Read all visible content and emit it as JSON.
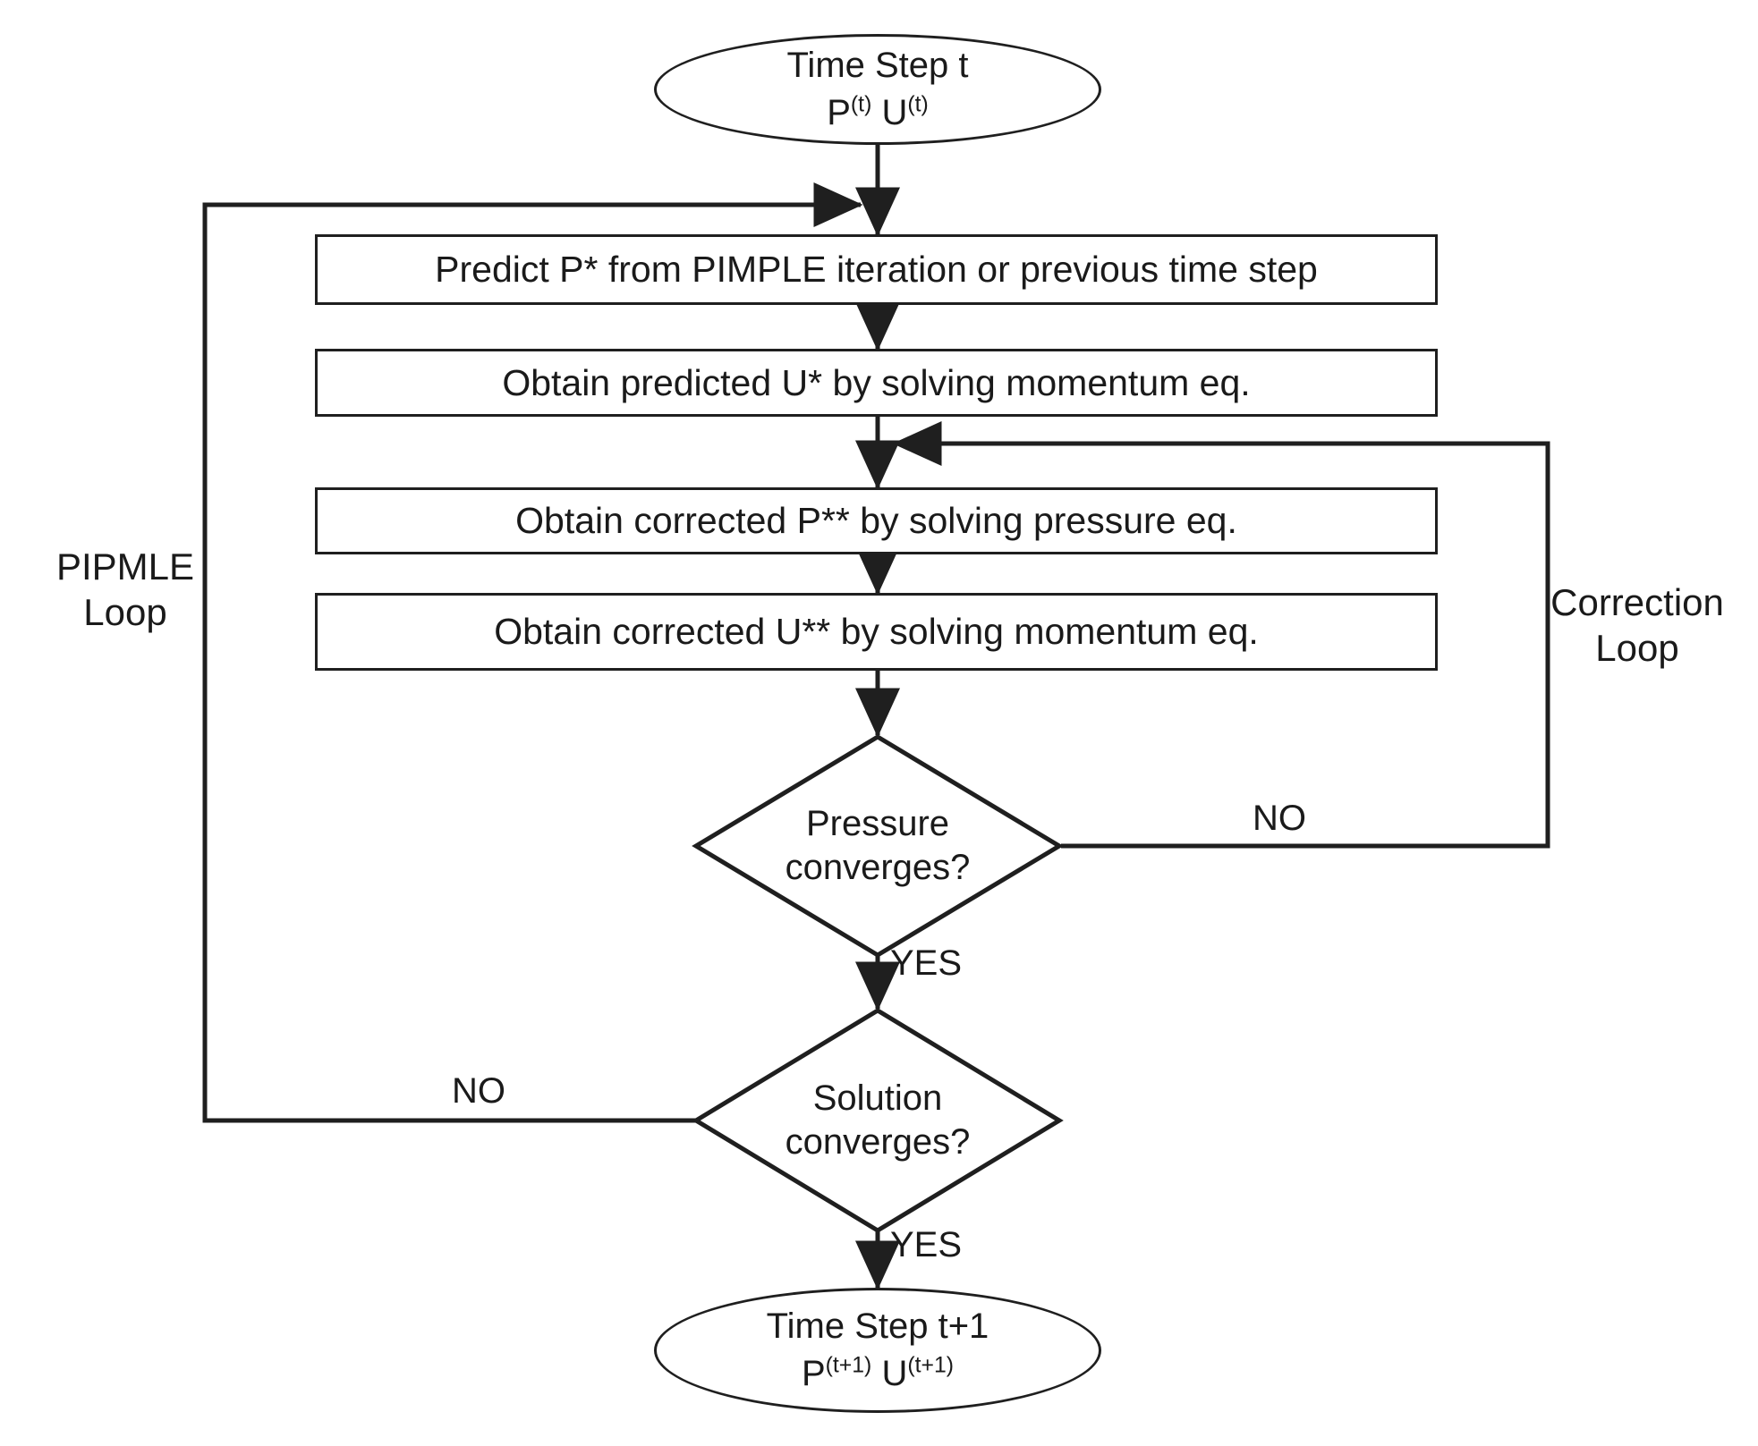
{
  "diagram": {
    "title": "PIMPLE algorithm flowchart",
    "stroke_color": "#1f1f1f",
    "background_color": "#ffffff",
    "text_color": "#1a1a1a"
  },
  "nodes": {
    "start": {
      "type": "terminator",
      "line1": "Time Step t",
      "line2_base_p": "P",
      "line2_sup_p": "(t)",
      "line2_base_u": "U",
      "line2_sup_u": "(t)"
    },
    "predict_p": {
      "type": "process",
      "label": "Predict P* from PIMPLE iteration or previous time step"
    },
    "predict_u": {
      "type": "process",
      "label": "Obtain predicted U* by solving momentum eq."
    },
    "correct_p": {
      "type": "process",
      "label": "Obtain corrected P** by solving pressure eq."
    },
    "correct_u": {
      "type": "process",
      "label": "Obtain corrected U** by solving momentum eq."
    },
    "pressure_decision": {
      "type": "decision",
      "line1": "Pressure",
      "line2": "converges?"
    },
    "solution_decision": {
      "type": "decision",
      "line1": "Solution",
      "line2": "converges?"
    },
    "end": {
      "type": "terminator",
      "line1": "Time Step t+1",
      "line2_base_p": "P",
      "line2_sup_p": "(t+1)",
      "line2_base_u": "U",
      "line2_sup_u": "(t+1)"
    }
  },
  "edge_labels": {
    "pressure_no": "NO",
    "pressure_yes": "YES",
    "solution_no": "NO",
    "solution_yes": "YES"
  },
  "loop_labels": {
    "pimple": {
      "line1": "PIPMLE",
      "line2": "Loop"
    },
    "correction": {
      "line1": "Correction",
      "line2": "Loop"
    }
  }
}
